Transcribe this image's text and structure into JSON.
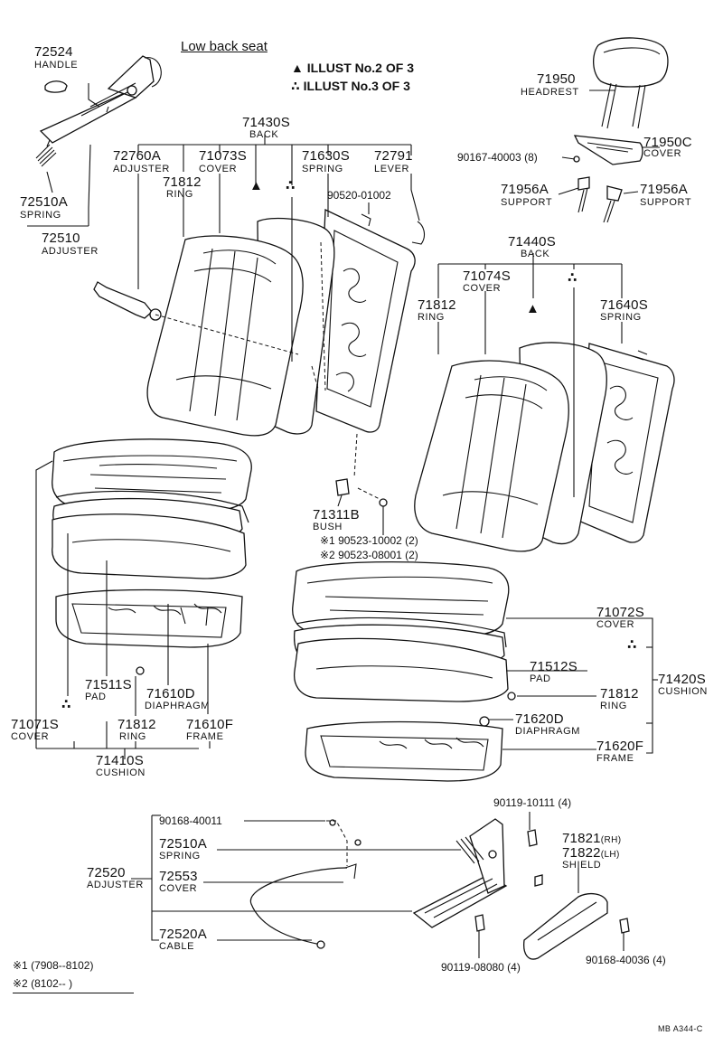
{
  "title": "Low back seat",
  "legend": {
    "sym2": "▲",
    "sym3": "∴",
    "line2": "ILLUST No.2 OF 3",
    "line3": "ILLUST No.3 OF 3"
  },
  "parts": {
    "p72524": {
      "num": "72524",
      "name": "HANDLE"
    },
    "p72510A_top": {
      "num": "72510A",
      "name": "SPRING"
    },
    "p72510": {
      "num": "72510",
      "name": "ADJUSTER"
    },
    "p71430S": {
      "num": "71430S",
      "name": "BACK"
    },
    "p72760A": {
      "num": "72760A",
      "name": "ADJUSTER"
    },
    "p71073S": {
      "num": "71073S",
      "name": "COVER"
    },
    "p71630S": {
      "num": "71630S",
      "name": "SPRING"
    },
    "p72791": {
      "num": "72791",
      "name": "LEVER"
    },
    "p71812_a": {
      "num": "71812",
      "name": "RING"
    },
    "p90520": {
      "num": "90520-01002"
    },
    "p71950": {
      "num": "71950",
      "name": "HEADREST"
    },
    "p71950C": {
      "num": "71950C",
      "name": "COVER"
    },
    "p90167": {
      "num": "90167-40003 (8)"
    },
    "p71956A_l": {
      "num": "71956A",
      "name": "SUPPORT"
    },
    "p71956A_r": {
      "num": "71956A",
      "name": "SUPPORT"
    },
    "p71440S": {
      "num": "71440S",
      "name": "BACK"
    },
    "p71074S": {
      "num": "71074S",
      "name": "COVER"
    },
    "p71812_b": {
      "num": "71812",
      "name": "RING"
    },
    "p71640S": {
      "num": "71640S",
      "name": "SPRING"
    },
    "p71311B": {
      "num": "71311B",
      "name": "BUSH"
    },
    "p90523a": {
      "num": "※1 90523-10002 (2)"
    },
    "p90523b": {
      "num": "※2 90523-08001 (2)"
    },
    "p71072S": {
      "num": "71072S",
      "name": "COVER"
    },
    "p71512S": {
      "num": "71512S",
      "name": "PAD"
    },
    "p71420S": {
      "num": "71420S",
      "name": "CUSHION"
    },
    "p71812_c": {
      "num": "71812",
      "name": "RING"
    },
    "p71620D": {
      "num": "71620D",
      "name": "DIAPHRAGM"
    },
    "p71620F": {
      "num": "71620F",
      "name": "FRAME"
    },
    "p71511S": {
      "num": "71511S",
      "name": "PAD"
    },
    "p71610D": {
      "num": "71610D",
      "name": "DIAPHRAGM"
    },
    "p71071S": {
      "num": "71071S",
      "name": "COVER"
    },
    "p71812_d": {
      "num": "71812",
      "name": "RING"
    },
    "p71610F": {
      "num": "71610F",
      "name": "FRAME"
    },
    "p71410S": {
      "num": "71410S",
      "name": "CUSHION"
    },
    "p90168_40011": {
      "num": "90168-40011"
    },
    "p72510A_bot": {
      "num": "72510A",
      "name": "SPRING"
    },
    "p72520": {
      "num": "72520",
      "name": "ADJUSTER"
    },
    "p72553": {
      "num": "72553",
      "name": "COVER"
    },
    "p72520A": {
      "num": "72520A",
      "name": "CABLE"
    },
    "p90119_10111": {
      "num": "90119-10111 (4)"
    },
    "p71821": {
      "num": "71821",
      "suffix": "(RH)"
    },
    "p71822": {
      "num": "71822",
      "suffix": "(LH)",
      "name": "SHIELD"
    },
    "p90119_08080": {
      "num": "90119-08080 (4)"
    },
    "p90168_40036": {
      "num": "90168-40036 (4)"
    }
  },
  "footnotes": [
    {
      "mark": "※1",
      "range": "(7908--8102)"
    },
    {
      "mark": "※2",
      "range": "(8102--         )"
    }
  ],
  "code": "MB  A344-C"
}
